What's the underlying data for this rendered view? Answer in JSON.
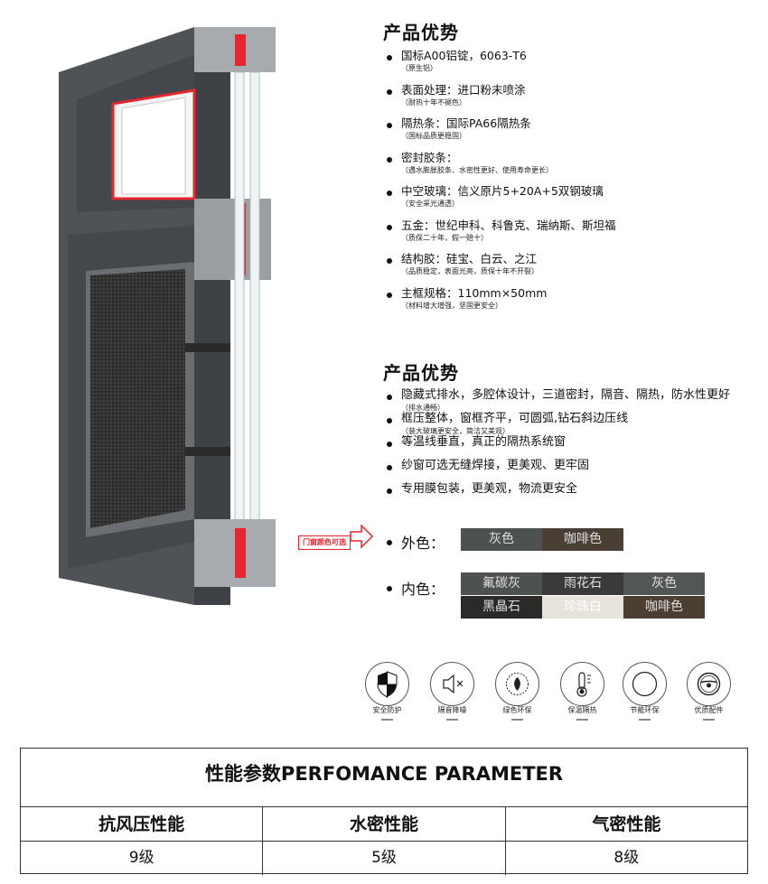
{
  "section1": {
    "title": "产品优势",
    "items": [
      {
        "main": "国标A00铝锭，6063-T6",
        "sub": "（原生铝）"
      },
      {
        "main": "表面处理：进口粉末喷涂",
        "sub": "（耐热十年不褪色）"
      },
      {
        "main": "隔热条：国际PA66隔热条",
        "sub": "（国标品质更稳固）"
      },
      {
        "main": "密封胶条：",
        "sub": "（遇水膨胀胶条、水密性更好、使用寿命更长）"
      },
      {
        "main": "中空玻璃：信义原片5+20A+5双钢玻璃",
        "sub": "（安全采光通透）"
      },
      {
        "main": "五金：世纪申科、科鲁克、瑞纳斯、斯坦福",
        "sub": "（质保二十年，假一赔十）"
      },
      {
        "main": "结构胶：硅宝、白云、之江",
        "sub": "（品质稳定，表面光亮，质保十年不开裂）"
      },
      {
        "main": "主框规格：110mm×50mm",
        "sub": "（材料增大增强，坚固更安全）"
      }
    ]
  },
  "section2": {
    "title": "产品优势",
    "items": [
      {
        "main": "隐藏式排水，多腔体设计，三道密封，隔音、隔热，防水性更好",
        "sub": "（排水通畅）"
      },
      {
        "main": "框压整体，窗框齐平，可圆弧,钻石斜边压线",
        "sub": "（装大玻璃更安全，简洁又美观）"
      },
      {
        "main": "等温线垂直，真正的隔热系统窗",
        "sub": ""
      },
      {
        "main": "纱窗可选无缝焊接，更美观、更牢固",
        "sub": ""
      },
      {
        "main": "专用膜包装，更美观，物流更安全",
        "sub": ""
      }
    ]
  },
  "callout": {
    "label": "门窗颜色可选"
  },
  "exterior": {
    "label": "外色：",
    "swatches": [
      {
        "name": "灰色",
        "color": "#4d5250",
        "text_color": "#e0e0e0"
      },
      {
        "name": "咖啡色",
        "color": "#4a3f35",
        "text_color": "#e0e0e0"
      }
    ]
  },
  "interior": {
    "label": "内色：",
    "swatches": [
      {
        "name": "氟碳灰",
        "color": "#4e524f",
        "text_color": "#e0e0e0"
      },
      {
        "name": "雨花石",
        "color": "#3a3a38",
        "text_color": "#e0e0e0"
      },
      {
        "name": "灰色",
        "color": "#525654",
        "text_color": "#e0e0e0"
      },
      {
        "name": "黑晶石",
        "color": "#2a2b28",
        "text_color": "#e0e0e0"
      },
      {
        "name": "珍珠白",
        "color": "#e8e3da",
        "text_color": "#ffffff"
      },
      {
        "name": "咖啡色",
        "color": "#4b3e33",
        "text_color": "#e0e0e0"
      }
    ]
  },
  "icons": [
    {
      "icon": "shield-icon",
      "label": "安全防护"
    },
    {
      "icon": "mute-speaker-icon",
      "label": "隔音降噪"
    },
    {
      "icon": "leaf-emblem-icon",
      "label": "绿色环保"
    },
    {
      "icon": "thermometer-icon",
      "label": "保温隔热"
    },
    {
      "icon": "circle-icon",
      "label": "节能环保"
    },
    {
      "icon": "steering-wheel-icon",
      "label": "优质配件"
    }
  ],
  "parameters": {
    "title": "性能参数PERFOMANCE PARAMETER",
    "headers": [
      "抗风压性能",
      "水密性能",
      "气密性能"
    ],
    "values": [
      "9级",
      "5级",
      "8级"
    ]
  },
  "colors": {
    "frame": "#4f5357",
    "frame_dark": "#3e4246",
    "accent_red": "#e6262e",
    "screen": "#2e2e2e"
  }
}
